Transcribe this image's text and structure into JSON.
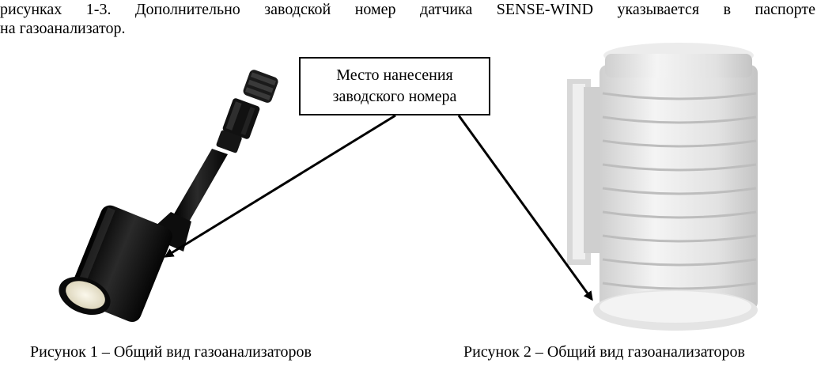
{
  "paragraph": {
    "line1": "рисунках 1-3. Дополнительно заводской номер датчика SENSE-WIND указывается в паспорте",
    "line2": "на газоанализатор."
  },
  "callout": {
    "line1": "Место нанесения",
    "line2": "заводского номера"
  },
  "figures": [
    {
      "caption": "Рисунок 1 – Общий вид газоанализаторов"
    },
    {
      "caption": "Рисунок 2 – Общий вид газоанализаторов"
    }
  ],
  "colors": {
    "sensor_body": "#111111",
    "sensor_face": "#f1ecd8",
    "shield_body": "#e9e9e9",
    "arrow": "#000000"
  }
}
